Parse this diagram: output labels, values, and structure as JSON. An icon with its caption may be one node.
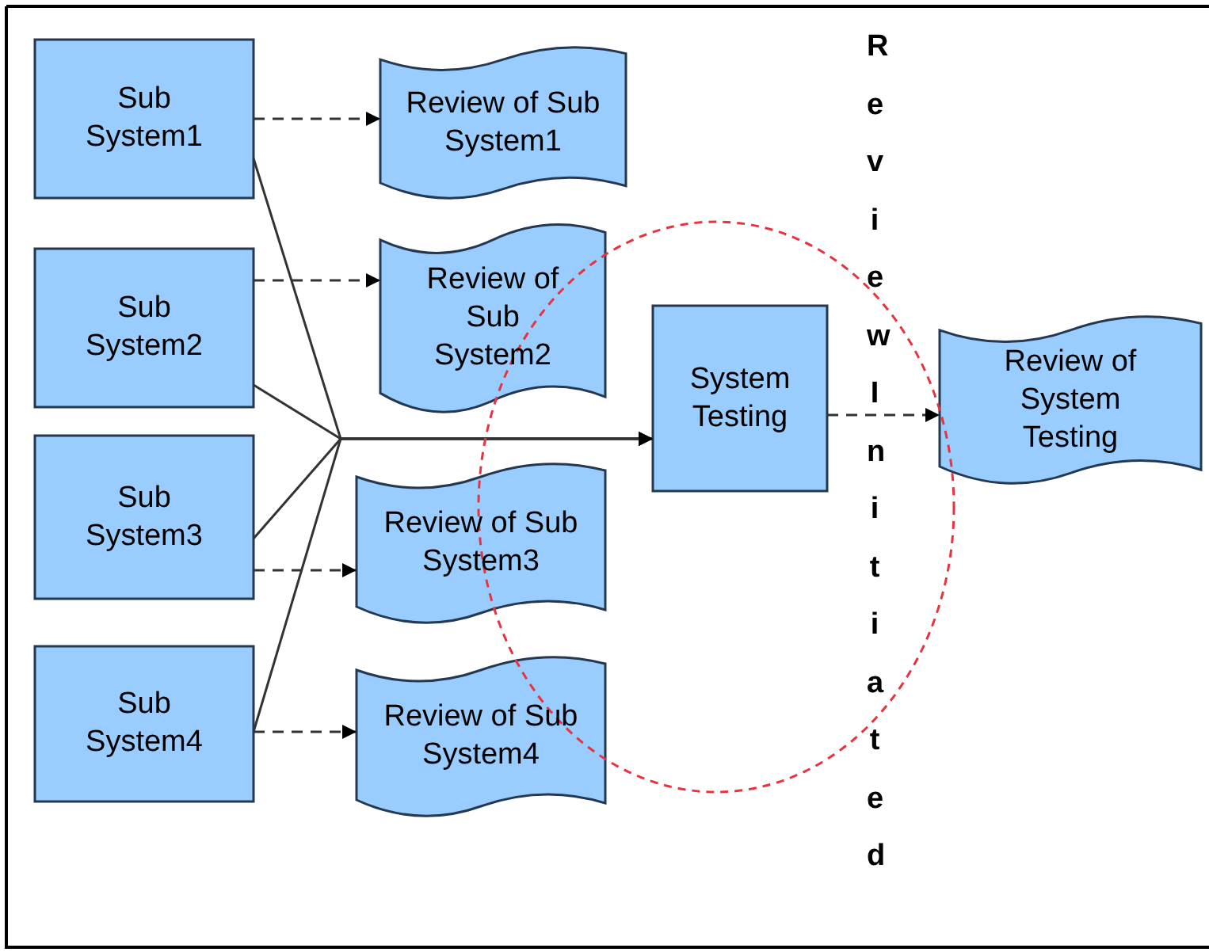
{
  "diagram": {
    "nodes": [
      {
        "text": [
          "Sub System1"
        ]
      },
      {
        "text": [
          "Review of Sub System1"
        ]
      },
      {
        "text": [
          "Sub System2"
        ]
      },
      {
        "text": [
          "Review of Sub System2"
        ]
      },
      {
        "text": [
          "Sub System3"
        ]
      },
      {
        "text": [
          "Review of Sub System3"
        ]
      },
      {
        "text": [
          "Sub System4"
        ]
      },
      {
        "text": [
          "Review of Sub System4"
        ]
      },
      {
        "text": [
          "System Testing"
        ]
      },
      {
        "text": [
          "Review of System Testing"
        ]
      }
    ],
    "edges": [
      {
        "from": 0,
        "to": 1,
        "arrow": "to",
        "style": "dashed"
      },
      {
        "from": 2,
        "to": 3,
        "arrow": "to",
        "style": "dashed"
      },
      {
        "from": 4,
        "to": 5,
        "arrow": "to",
        "style": "dashed"
      },
      {
        "from": 6,
        "to": 7,
        "arrow": "to",
        "style": "dashed"
      },
      {
        "from": 0,
        "to": 8,
        "arrow": "to"
      },
      {
        "from": 2,
        "to": 8,
        "arrow": "to"
      },
      {
        "from": 4,
        "to": 8,
        "arrow": "to"
      },
      {
        "from": 6,
        "to": 8,
        "arrow": "to"
      },
      {
        "from": 8,
        "to": 9,
        "arrow": "to",
        "style": "dashed"
      }
    ],
    "labels": [
      "Review Initiated"
    ]
  }
}
